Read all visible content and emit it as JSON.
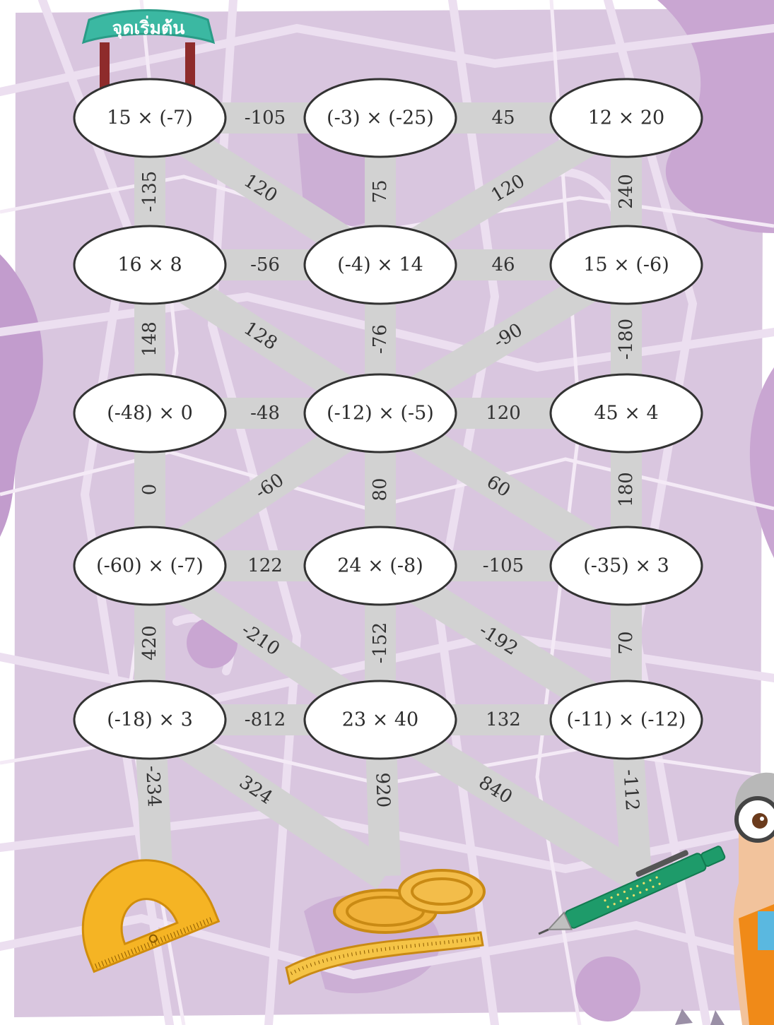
{
  "start_banner": "จุดเริ่มต้น",
  "nodes": [
    {
      "id": "r0c0",
      "label": "15 × (-7)"
    },
    {
      "id": "r0c1",
      "label": "(-3) × (-25)"
    },
    {
      "id": "r0c2",
      "label": "12 × 20"
    },
    {
      "id": "r1c0",
      "label": "16 × 8"
    },
    {
      "id": "r1c1",
      "label": "(-4) × 14"
    },
    {
      "id": "r1c2",
      "label": "15 × (-6)"
    },
    {
      "id": "r2c0",
      "label": "(-48) × 0"
    },
    {
      "id": "r2c1",
      "label": "(-12) × (-5)"
    },
    {
      "id": "r2c2",
      "label": "45 × 4"
    },
    {
      "id": "r3c0",
      "label": "(-60) × (-7)"
    },
    {
      "id": "r3c1",
      "label": "24 × (-8)"
    },
    {
      "id": "r3c2",
      "label": "(-35) × 3"
    },
    {
      "id": "r4c0",
      "label": "(-18) × 3"
    },
    {
      "id": "r4c1",
      "label": "23 × 40"
    },
    {
      "id": "r4c2",
      "label": "(-11) × (-12)"
    }
  ],
  "roads": [
    {
      "from": "r0c0",
      "to": "r0c1",
      "label": "-105"
    },
    {
      "from": "r0c1",
      "to": "r0c2",
      "label": "45"
    },
    {
      "from": "r0c0",
      "to": "r1c0",
      "label": "-135"
    },
    {
      "from": "r0c0",
      "to": "r1c1",
      "label": "120"
    },
    {
      "from": "r0c1",
      "to": "r1c1",
      "label": "75"
    },
    {
      "from": "r0c2",
      "to": "r1c1",
      "label": "120"
    },
    {
      "from": "r0c2",
      "to": "r1c2",
      "label": "240"
    },
    {
      "from": "r1c0",
      "to": "r1c1",
      "label": "-56"
    },
    {
      "from": "r1c1",
      "to": "r1c2",
      "label": "46"
    },
    {
      "from": "r1c0",
      "to": "r2c0",
      "label": "148"
    },
    {
      "from": "r1c0",
      "to": "r2c1",
      "label": "128"
    },
    {
      "from": "r1c1",
      "to": "r2c1",
      "label": "-76"
    },
    {
      "from": "r1c2",
      "to": "r2c1",
      "label": "-90"
    },
    {
      "from": "r1c2",
      "to": "r2c2",
      "label": "-180"
    },
    {
      "from": "r2c0",
      "to": "r2c1",
      "label": "-48"
    },
    {
      "from": "r2c1",
      "to": "r2c2",
      "label": "120"
    },
    {
      "from": "r2c0",
      "to": "r3c0",
      "label": "0"
    },
    {
      "from": "r2c1",
      "to": "r3c0",
      "label": "-60"
    },
    {
      "from": "r2c1",
      "to": "r3c1",
      "label": "80"
    },
    {
      "from": "r2c1",
      "to": "r3c2",
      "label": "60"
    },
    {
      "from": "r2c2",
      "to": "r3c2",
      "label": "180"
    },
    {
      "from": "r3c0",
      "to": "r3c1",
      "label": "122"
    },
    {
      "from": "r3c1",
      "to": "r3c2",
      "label": "-105"
    },
    {
      "from": "r3c0",
      "to": "r4c0",
      "label": "420"
    },
    {
      "from": "r3c0",
      "to": "r4c1",
      "label": "-210"
    },
    {
      "from": "r3c1",
      "to": "r4c1",
      "label": "-152"
    },
    {
      "from": "r3c1",
      "to": "r4c2",
      "label": "-192"
    },
    {
      "from": "r3c2",
      "to": "r4c2",
      "label": "70"
    },
    {
      "from": "r4c0",
      "to": "r4c1",
      "label": "-812"
    },
    {
      "from": "r4c1",
      "to": "r4c2",
      "label": "132"
    },
    {
      "from": "r4c0",
      "to": "end0",
      "label": "-234"
    },
    {
      "from": "r4c0",
      "to": "end1",
      "label": "324"
    },
    {
      "from": "r4c1",
      "to": "end1",
      "label": "920"
    },
    {
      "from": "r4c1",
      "to": "end2",
      "label": "840"
    },
    {
      "from": "r4c2",
      "to": "end2",
      "label": "-112"
    }
  ],
  "endpoints": [
    {
      "id": "end0",
      "icon": "protractor-icon"
    },
    {
      "id": "end1",
      "icon": "measuring-tape-icon"
    },
    {
      "id": "end2",
      "icon": "mechanical-pencil-icon"
    }
  ],
  "colors": {
    "background": "#d9c6df",
    "map_roads": "#ecdff0",
    "game_road": "#d2d2d2",
    "node_fill": "#ffffff",
    "node_stroke": "#333333",
    "banner": "#3bb8a2",
    "posts": "#8e2b2b"
  }
}
